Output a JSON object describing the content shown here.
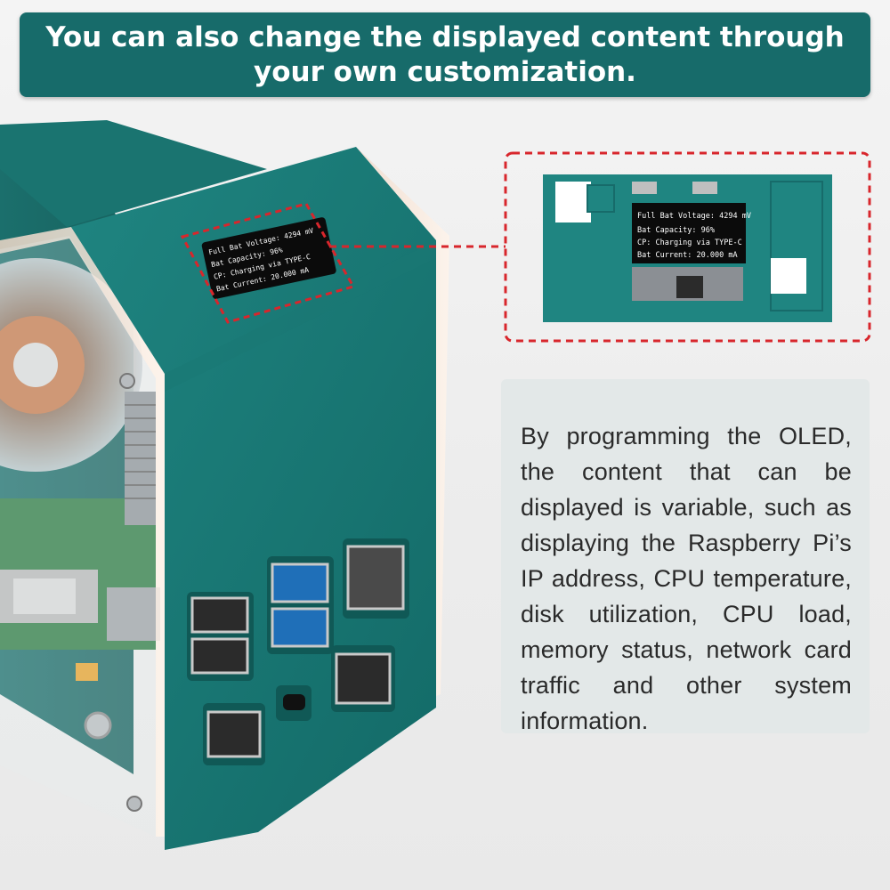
{
  "banner": {
    "title": "You can also change the displayed content through your own customization."
  },
  "description": {
    "text": "By programming the OLED, the content that can be displayed is variable, such as displaying the Raspberry Pi’s IP address, CPU temperature, disk utilization, CPU load, memory status, network card traffic and other system information."
  },
  "oled_screen": {
    "line1": "Full Bat Voltage: 4294 mV",
    "line2": "Bat Capacity: 96%",
    "line3": "CP: Charging via TYPE-C",
    "line4": "Bat Current: 20.000 mA"
  },
  "colors": {
    "banner_bg": "#176b6a",
    "case_teal": "#1b7b78",
    "highlight_dash": "#d8262c"
  }
}
